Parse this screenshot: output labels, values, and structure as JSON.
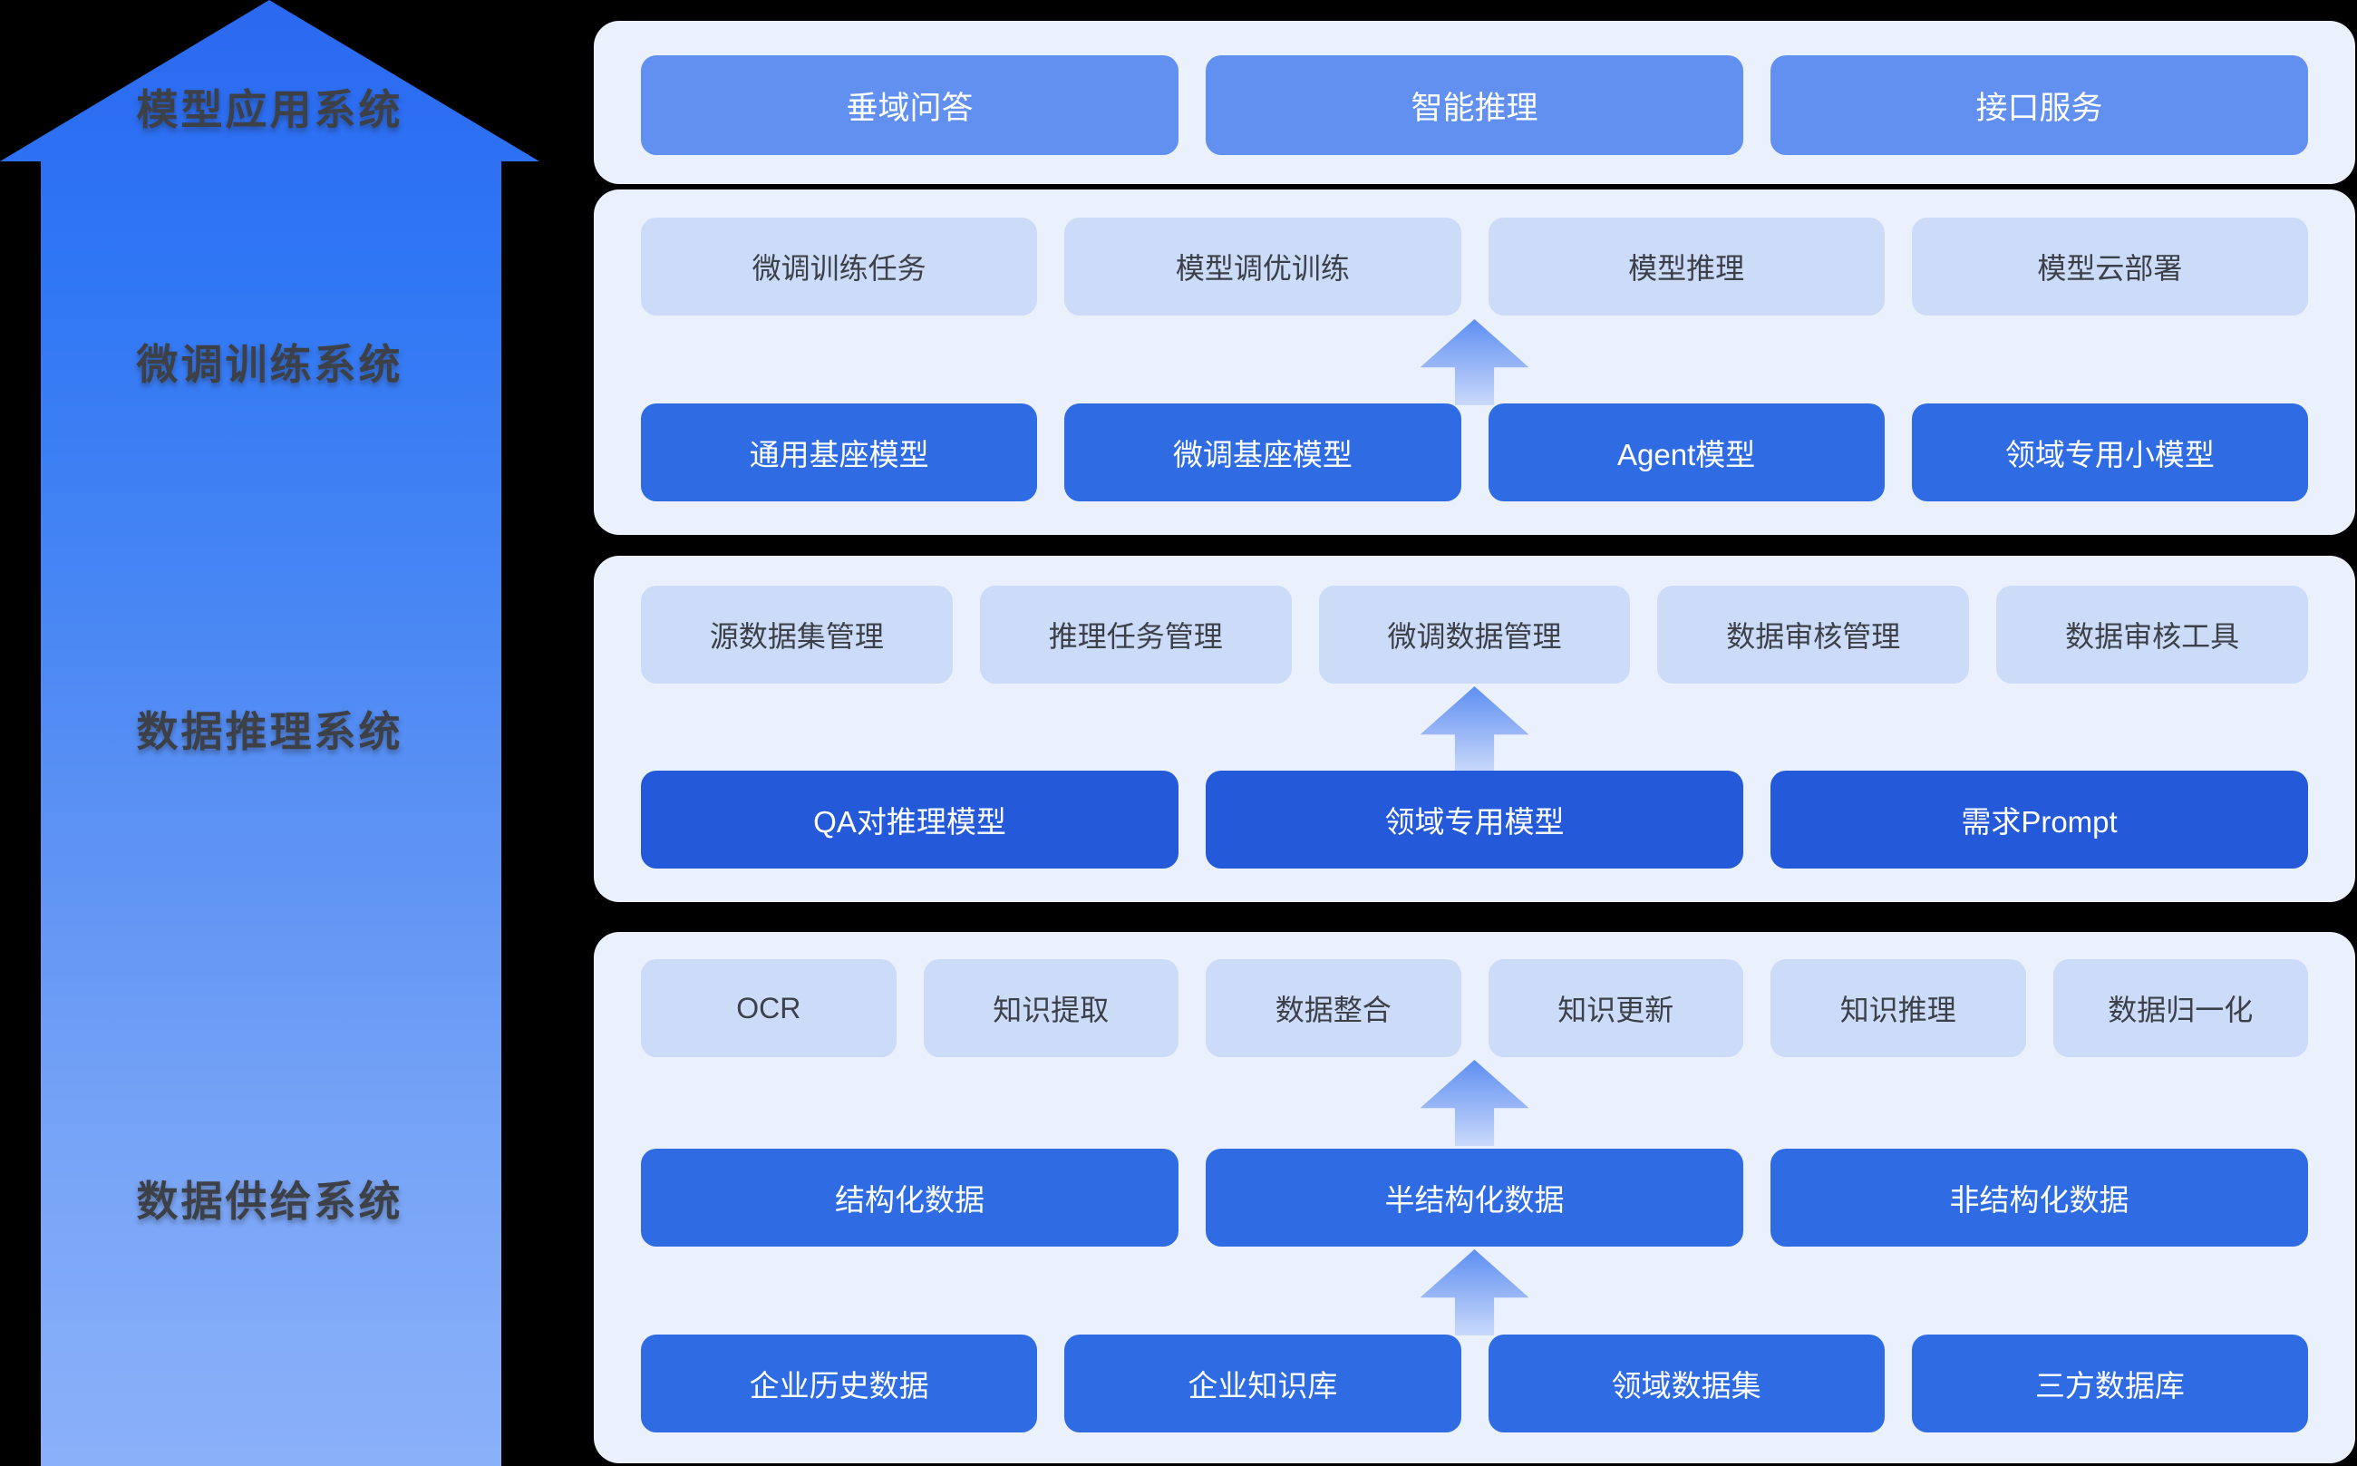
{
  "tower": {
    "labels": [
      "模型应用系统",
      "微调训练系统",
      "数据推理系统",
      "数据供给系统"
    ]
  },
  "panels": [
    {
      "system": "模型应用系统",
      "rows": [
        {
          "style": "medium",
          "items": [
            "垂域问答",
            "智能推理",
            "接口服务"
          ]
        }
      ]
    },
    {
      "system": "微调训练系统",
      "rows": [
        {
          "style": "light",
          "items": [
            "微调训练任务",
            "模型调优训练",
            "模型推理",
            "模型云部署"
          ]
        },
        {
          "style": "blue",
          "items": [
            "通用基座模型",
            "微调基座模型",
            "Agent模型",
            "领域专用小模型"
          ]
        }
      ]
    },
    {
      "system": "数据推理系统",
      "rows": [
        {
          "style": "light",
          "items": [
            "源数据集管理",
            "推理任务管理",
            "微调数据管理",
            "数据审核管理",
            "数据审核工具"
          ]
        },
        {
          "style": "deep",
          "items": [
            "QA对推理模型",
            "领域专用模型",
            "需求Prompt"
          ]
        }
      ]
    },
    {
      "system": "数据供给系统",
      "rows": [
        {
          "style": "light",
          "items": [
            "OCR",
            "知识提取",
            "数据整合",
            "知识更新",
            "知识推理",
            "数据归一化"
          ]
        },
        {
          "style": "blue",
          "items": [
            "结构化数据",
            "半结构化数据",
            "非结构化数据"
          ]
        },
        {
          "style": "blue",
          "items": [
            "企业历史数据",
            "企业知识库",
            "领域数据集",
            "三方数据库"
          ]
        }
      ]
    }
  ],
  "colors": {
    "background": "#000000",
    "tower_gradient_top": "#2B69F0",
    "tower_gradient_bottom": "#8AB0F9",
    "tower_label_text": "#3D4046",
    "panel_background": "#EAF0FC",
    "light_button": "#CBDBF8",
    "light_button_text": "#3B4049",
    "medium_button": "#6190F1",
    "blue_button": "#2F6CE4",
    "deep_button": "#2459DA",
    "arrow_icon_top": "#5E8FF3",
    "arrow_icon_bottom": "#C9D9FA"
  }
}
